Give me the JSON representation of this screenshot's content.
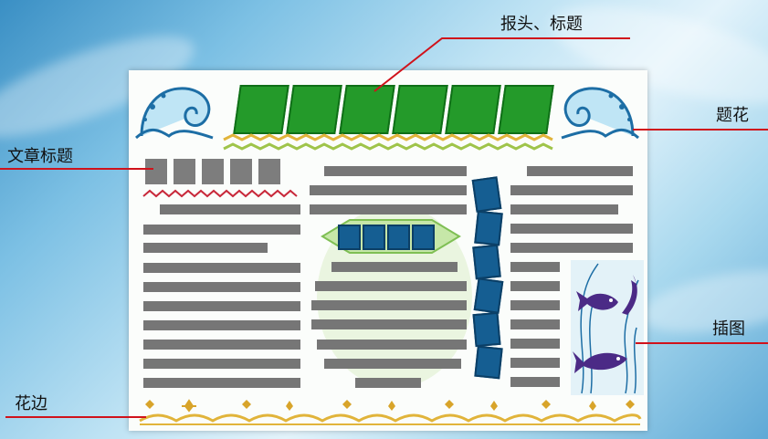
{
  "labels": {
    "masthead_title": "报头、标题",
    "title_ornament": "题花",
    "article_title": "文章标题",
    "illustration": "插图",
    "border_decoration": "花边"
  },
  "colors": {
    "title_green": "#249a2a",
    "text_bar_gray": "#767676",
    "panel_blue": "#155e92",
    "pointer_red": "#d0121b",
    "border_gold": "#e1b43a"
  }
}
